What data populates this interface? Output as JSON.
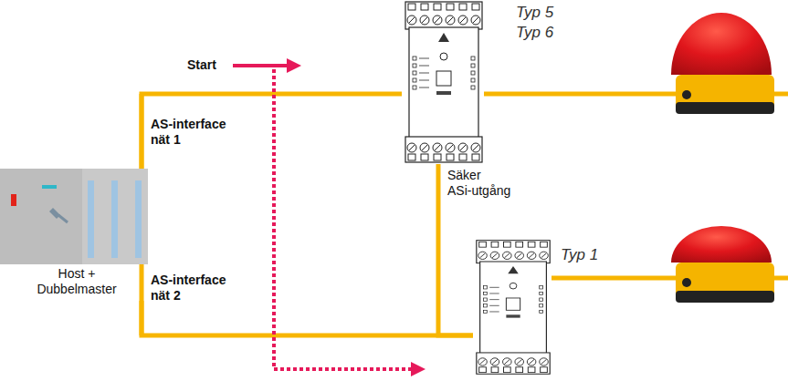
{
  "diagram": {
    "nodes": [
      {
        "text": [
          "Host + Dubbelmaster"
        ]
      },
      {
        "text": [
          "Typ 5",
          "Typ 6"
        ]
      },
      {
        "text": [
          "Typ 1"
        ]
      }
    ],
    "edges": [
      {
        "from": 0,
        "to": 1,
        "arrow": "none"
      },
      {
        "from": 1,
        "to": 2,
        "arrow": "none",
        "label": "Säker ASi-utgång"
      },
      {
        "from": 0,
        "to": 2,
        "arrow": "none"
      }
    ],
    "labels": [
      "Start",
      "AS-interface nät 1",
      "AS-interface nät 2"
    ]
  }
}
